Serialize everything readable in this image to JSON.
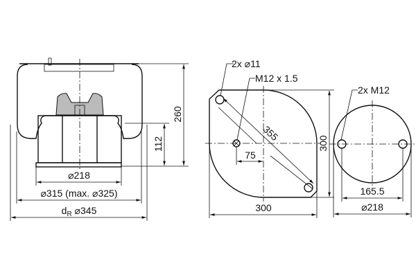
{
  "side_view": {
    "height_total": "260",
    "height_piston": "112",
    "dia_piston": "⌀218",
    "dia_bellows": "⌀315 (max. ⌀325)",
    "dia_roll_prefix": "d",
    "dia_roll_sub": "R",
    "dia_roll": " ⌀345"
  },
  "top_plate_view": {
    "holes_label": "2x ⌀11",
    "air_port_label": "M12 x 1.5",
    "hole_spacing": "355",
    "port_offset": "75",
    "height": "300",
    "width": "300"
  },
  "piston_base_view": {
    "threads_label": "2x M12",
    "thread_spacing": "165.5",
    "diameter": "⌀218"
  }
}
